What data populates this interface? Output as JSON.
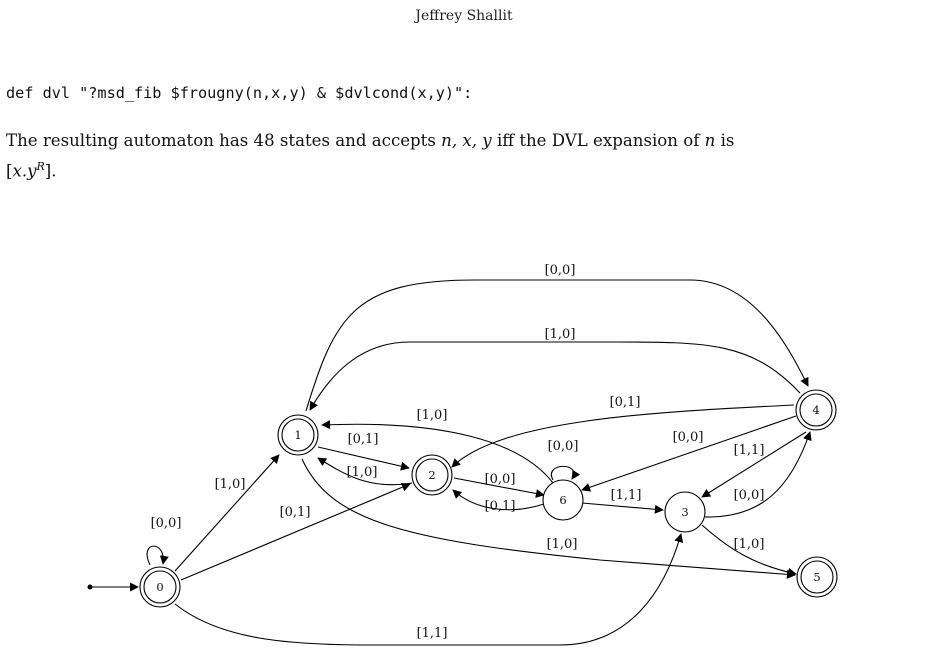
{
  "header": {
    "author": "Jeffrey Shallit"
  },
  "code_line": "def dvl \"?msd_fib $frougny(n,x,y) & $dvlcond(x,y)\":",
  "paragraph": {
    "text_1": "The resulting automaton has 48 states and accepts ",
    "vars": "n, x, y",
    "text_2": " iff the DVL expansion of ",
    "n": "n",
    "text_3": " is",
    "expansion_open": "[",
    "expansion_x": "x.y",
    "expansion_sup": "R",
    "expansion_close": "]."
  },
  "automaton": {
    "states": [
      {
        "id": "0",
        "accepting": true,
        "initial": true
      },
      {
        "id": "1",
        "accepting": true
      },
      {
        "id": "2",
        "accepting": true
      },
      {
        "id": "3",
        "accepting": false
      },
      {
        "id": "4",
        "accepting": true
      },
      {
        "id": "5",
        "accepting": true
      },
      {
        "id": "6",
        "accepting": false
      }
    ],
    "transitions": [
      {
        "from": "0",
        "to": "0",
        "label": "[0,0]"
      },
      {
        "from": "0",
        "to": "1",
        "label": "[1,0]"
      },
      {
        "from": "0",
        "to": "2",
        "label": "[0,1]"
      },
      {
        "from": "0",
        "to": "3",
        "label": "[1,1]"
      },
      {
        "from": "1",
        "to": "4",
        "label": "[0,0]"
      },
      {
        "from": "4",
        "to": "1",
        "label": "[1,0]"
      },
      {
        "from": "1",
        "to": "2",
        "label": "[0,1]"
      },
      {
        "from": "2",
        "to": "1",
        "label": "[1,0]"
      },
      {
        "from": "6",
        "to": "1",
        "label": "[1,0]"
      },
      {
        "from": "1",
        "to": "5",
        "label": "[1,0]"
      },
      {
        "from": "4",
        "to": "2",
        "label": "[0,1]"
      },
      {
        "from": "4",
        "to": "6",
        "label": "[0,0]"
      },
      {
        "from": "4",
        "to": "3",
        "label": "[1,1]"
      },
      {
        "from": "3",
        "to": "4",
        "label": "[0,0]"
      },
      {
        "from": "2",
        "to": "6",
        "label": "[0,0]"
      },
      {
        "from": "6",
        "to": "2",
        "label": "[0,1]"
      },
      {
        "from": "6",
        "to": "6",
        "label": "[0,0]"
      },
      {
        "from": "6",
        "to": "3",
        "label": "[1,1]"
      },
      {
        "from": "3",
        "to": "5",
        "label": "[1,0]"
      }
    ]
  }
}
